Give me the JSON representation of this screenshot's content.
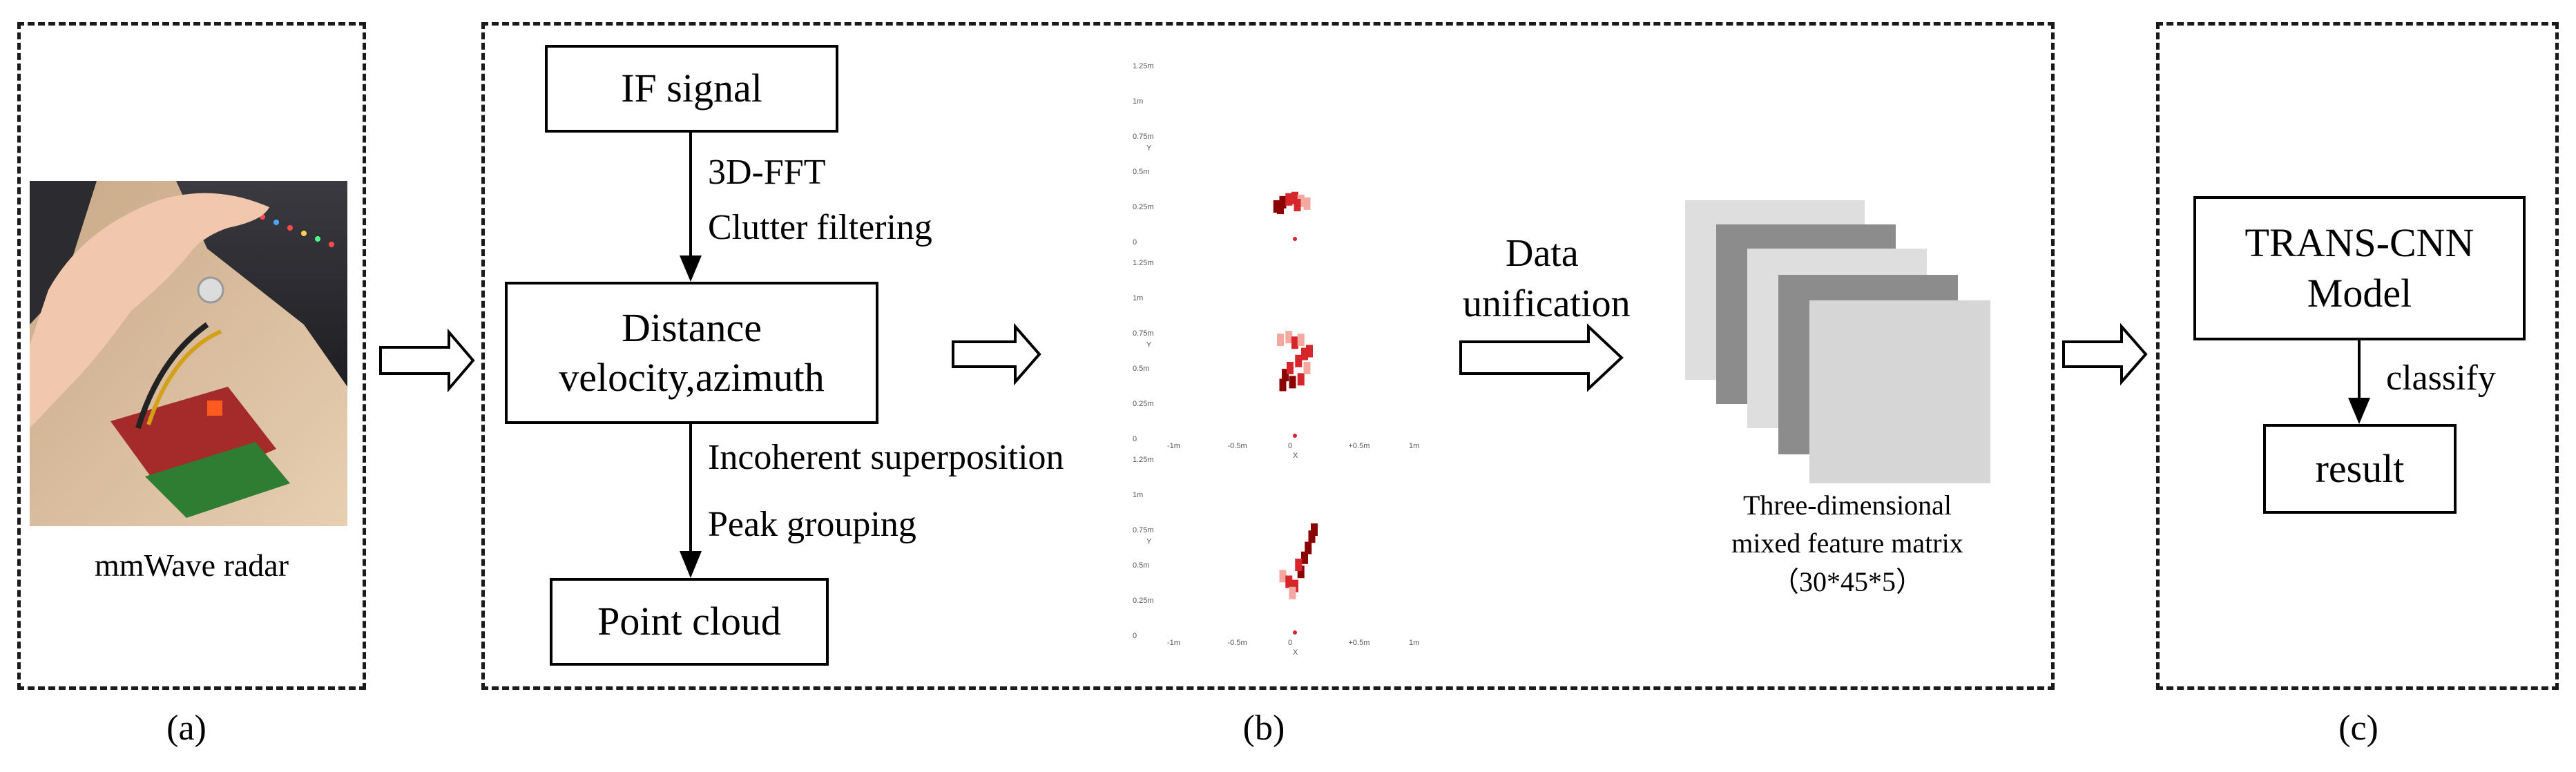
{
  "panel_a": {
    "caption": "mmWave radar",
    "label": "(a)"
  },
  "panel_b": {
    "label": "(b)",
    "box_if": "IF signal",
    "step1_line1": "3D-FFT",
    "step1_line2": "Clutter filtering",
    "box_dist_line1": "Distance",
    "box_dist_line2": "velocity,azimuth",
    "step2_line1": "Incoherent superposition",
    "step2_line2": "Peak grouping",
    "box_pc": "Point cloud",
    "unify_line1": "Data",
    "unify_line2": "unification",
    "matrix_line1": "Three-dimensional",
    "matrix_line2": "mixed feature matrix",
    "matrix_line3": "（30*45*5）",
    "scatter_y_ticks": [
      "1.25m",
      "1m",
      "0.75m",
      "0.5m",
      "0.25m",
      "0"
    ],
    "scatter_x_ticks": [
      "-1m",
      "-0.5m",
      "0",
      "+0.5m",
      "1m"
    ],
    "scatter_x_axis": "X",
    "scatter_y_axis": "Y"
  },
  "panel_c": {
    "label": "(c)",
    "box_model_line1": "TRANS-CNN",
    "box_model_line2": "Model",
    "step": "classify",
    "box_result": "result"
  },
  "colors": {
    "dash": "#1a1a1a",
    "point_dark": "#8b0000",
    "point_mid": "#d6262b",
    "point_light": "#f4a9a0",
    "matrix_light": "#d9d9d9",
    "matrix_dark": "#8c8c8c"
  }
}
